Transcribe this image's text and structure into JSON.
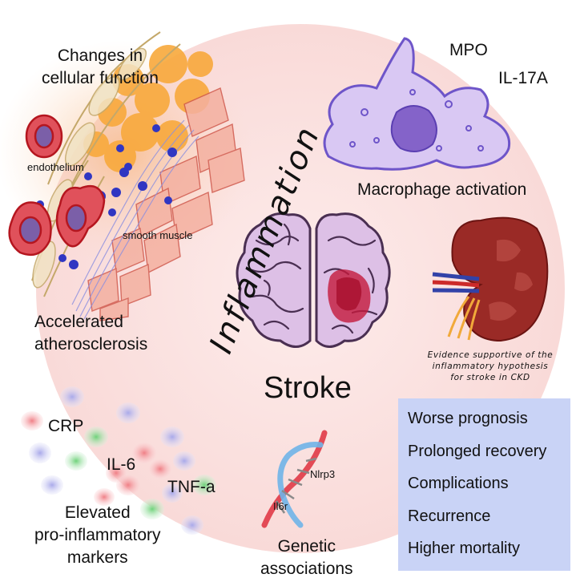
{
  "labels": {
    "cellular_function": [
      "Changes in",
      "cellular function"
    ],
    "endothelium": "endothelium",
    "smooth_muscle": "smooth muscle",
    "atherosclerosis": [
      "Accelerated",
      "atherosclerosis"
    ],
    "mpo": "MPO",
    "il17a": "IL-17A",
    "macrophage": "Macrophage activation",
    "inflammation": "Inflammation",
    "stroke": "Stroke",
    "evidence": [
      "Evidence supportive of the",
      "inflammatory hypothesis",
      "for stroke in CKD"
    ],
    "crp": "CRP",
    "il6": "IL-6",
    "tnfa": "TNF-a",
    "elevated_markers": [
      "Elevated",
      "pro-inflammatory",
      "markers"
    ],
    "nlrp3": "Nlrp3",
    "il6r": "Il6r",
    "genetic": [
      "Genetic",
      "associations"
    ]
  },
  "outcomes": [
    "Worse prognosis",
    "Prolonged recovery",
    "Complications",
    "Recurrence",
    "Higher mortality"
  ],
  "colors": {
    "circle_bg": "#fbe3e2",
    "outcome_box": "#c9d3f6",
    "macrophage_fill": "#d9c8f3",
    "macrophage_outline": "#6e55c9",
    "brain_fill": "#ddc0e6",
    "brain_lesion": "#c4193c",
    "kidney": "#9a2a26",
    "endothelial_cell": "#c5222e",
    "smooth_muscle": "#ef9f8d",
    "fat_cells": "#f8a93c",
    "dna_red": "#e34a56",
    "dna_blue": "#6fb4e8"
  },
  "icons": [
    "macrophage-icon",
    "brain-icon",
    "kidney-icon",
    "artery-icon",
    "dna-icon",
    "marker-dots-icon"
  ]
}
